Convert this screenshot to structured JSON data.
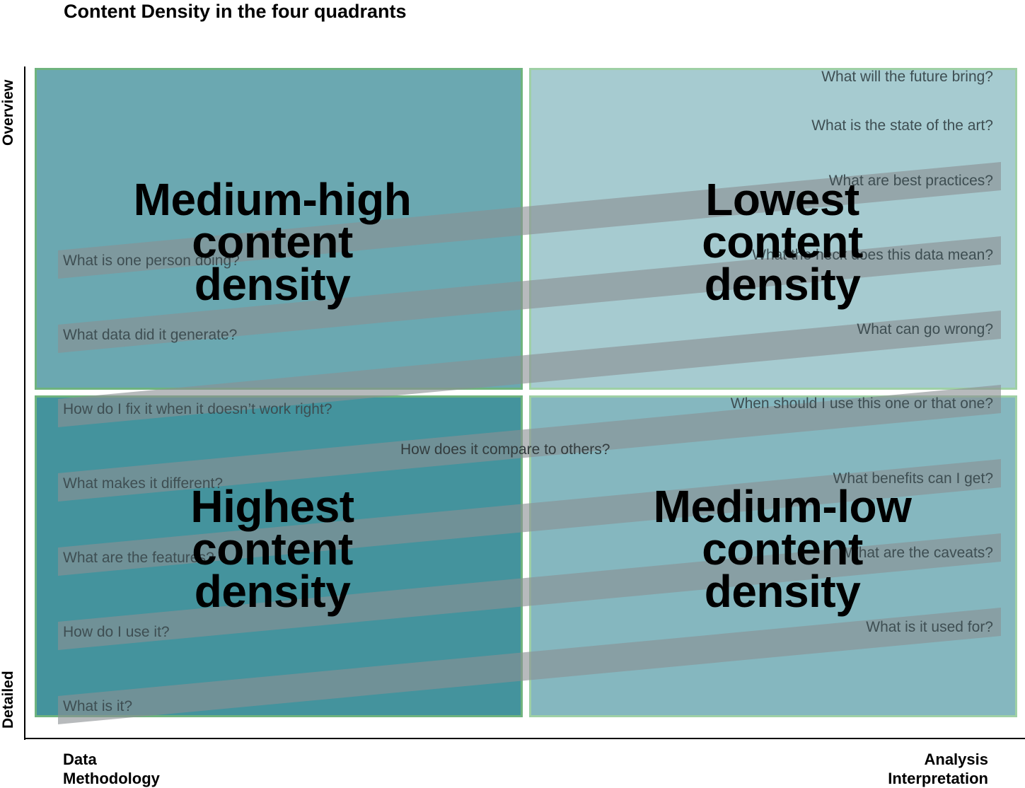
{
  "title": "Content Density in the four quadrants",
  "axes": {
    "y_top": "Overview",
    "y_bottom": "Detailed",
    "x_left": [
      "Data",
      "Methodology"
    ],
    "x_right": [
      "Analysis",
      "Interpretation"
    ]
  },
  "quadrants": {
    "top_left": {
      "lines": [
        "Medium-high",
        "content",
        "density"
      ],
      "color": "#6ba8b1"
    },
    "top_right": {
      "lines": [
        "Lowest",
        "content",
        "density"
      ],
      "color": "#a6cbd0"
    },
    "bottom_left": {
      "lines": [
        "Highest",
        "content",
        "density"
      ],
      "color": "#44939d"
    },
    "bottom_right": {
      "lines": [
        "Medium-low",
        "content",
        "density"
      ],
      "color": "#85b7bf"
    }
  },
  "left_questions": [
    "What is one person doing?",
    "What data did it generate?",
    "How do I fix it when it doesn’t work right?",
    "What makes it different?",
    "What are the features?",
    "How do I use it?",
    "What is it?"
  ],
  "right_questions": [
    "What will the future bring?",
    "What is the state of the art?",
    "What are best practices?",
    "What the heck does this data mean?",
    "What can go wrong?",
    "When should I use this one or that one?",
    "What benefits can I get?",
    "What are the caveats?",
    "What is it used for?"
  ],
  "center_question": "How does it compare to others?",
  "colors": {
    "band": "#8a8f93",
    "quadrant_border": "#6fb37e"
  }
}
